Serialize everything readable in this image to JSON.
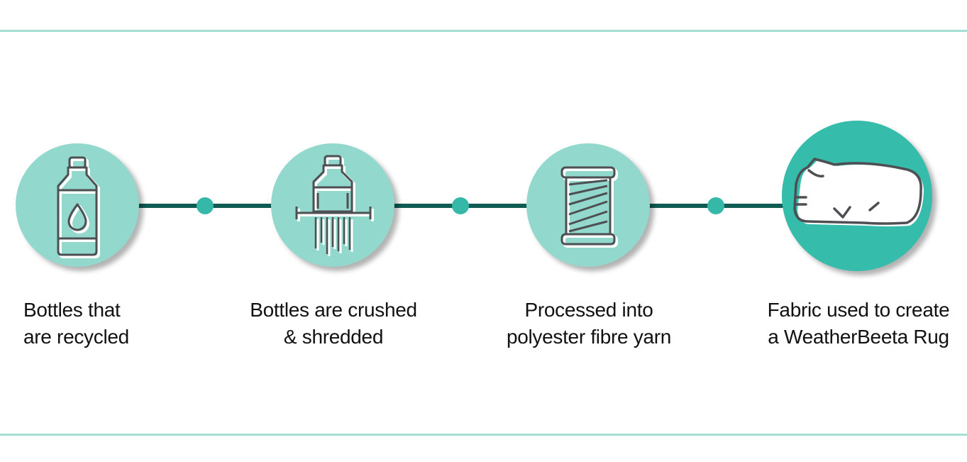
{
  "colors": {
    "rule": "#a5dfd4",
    "connector": "#105c55",
    "dot": "#35b8a8",
    "circle_light": "#92d8cd",
    "circle_accent": "#36bcab",
    "icon_stroke": "#4d4f53",
    "text": "#111111"
  },
  "steps": [
    {
      "icon": "bottle-icon",
      "caption": [
        "Bottles that",
        "are recycled"
      ]
    },
    {
      "icon": "shredded-bottle-icon",
      "caption": [
        "Bottles are crushed",
        "& shredded"
      ]
    },
    {
      "icon": "spool-icon",
      "caption": [
        "Processed into",
        "polyester fibre yarn"
      ]
    },
    {
      "icon": "horse-rug-icon",
      "caption": [
        "Fabric used to create",
        "a WeatherBeeta Rug"
      ]
    }
  ]
}
